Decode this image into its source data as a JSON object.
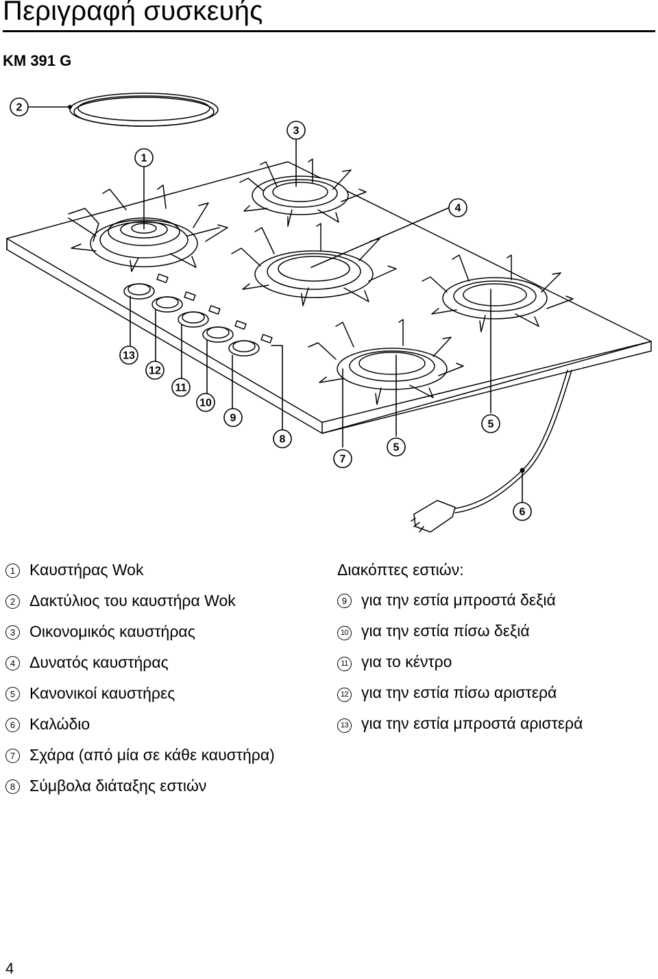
{
  "header": {
    "title": "Περιγραφή συσκευής",
    "model": "KM 391 G"
  },
  "figure": {
    "callouts": [
      "2",
      "1",
      "3",
      "4",
      "13",
      "12",
      "11",
      "10",
      "9",
      "8",
      "7",
      "5",
      "5",
      "6"
    ]
  },
  "legend_left": [
    {
      "num": "1",
      "text": "Καυστήρας Wok"
    },
    {
      "num": "2",
      "text": "Δακτύλιος του καυστήρα Wok"
    },
    {
      "num": "3",
      "text": "Οικονομικός καυστήρας"
    },
    {
      "num": "4",
      "text": "Δυνατός καυστήρας"
    },
    {
      "num": "5",
      "text": "Κανονικοί καυστήρες"
    },
    {
      "num": "6",
      "text": "Καλώδιο"
    },
    {
      "num": "7",
      "text": "Σχάρα (από μία σε κάθε καυστήρα)"
    },
    {
      "num": "8",
      "text": "Σύμβολα διάταξης εστιών"
    }
  ],
  "legend_right": {
    "heading": "Διακόπτες εστιών:",
    "items": [
      {
        "num": "9",
        "text": "για την εστία μπροστά δεξιά"
      },
      {
        "num": "10",
        "text": "για την εστία πίσω δεξιά"
      },
      {
        "num": "11",
        "text": "για το κέντρο"
      },
      {
        "num": "12",
        "text": "για την εστία πίσω αριστερά"
      },
      {
        "num": "13",
        "text": "για την εστία μπροστά αριστερά"
      }
    ]
  },
  "footer": {
    "page_number": "4"
  }
}
